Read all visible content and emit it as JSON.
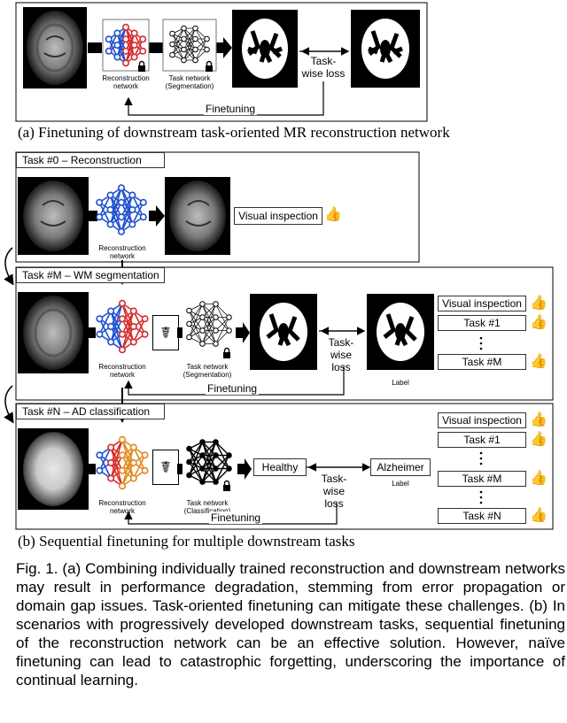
{
  "panel_a": {
    "reconstruction_network": "Reconstruction network",
    "task_network": "Task network (Segmentation)",
    "loss": "Task-wise loss",
    "finetuning": "Finetuning",
    "caption": "(a) Finetuning of downstream task-oriented MR reconstruction network"
  },
  "panel_b": {
    "task0": {
      "title": "Task #0 – Reconstruction",
      "reconstruction_network": "Reconstruction network",
      "visual_inspection": "Visual inspection"
    },
    "taskM": {
      "title": "Task #M – WM segmentation",
      "reconstruction_network": "Reconstruction network",
      "task_network": "Task network (Segmentation)",
      "loss": "Task-wise loss",
      "label": "Label",
      "finetuning": "Finetuning",
      "list": [
        "Visual inspection",
        "Task #1",
        "Task #M"
      ]
    },
    "taskN": {
      "title": "Task #N – AD classification",
      "reconstruction_network": "Reconstruction network",
      "task_network": "Task network (Classification)",
      "healthy": "Healthy",
      "alzheimer": "Alzheimer",
      "label": "Label",
      "loss": "Task-wise loss",
      "finetuning": "Finetuning",
      "list": [
        "Visual inspection",
        "Task #1",
        "Task #M",
        "Task #N"
      ]
    },
    "caption": "(b) Sequential finetuning for multiple downstream tasks"
  },
  "figure_caption": "Fig. 1. (a) Combining individually trained reconstruction and downstream networks may result in performance degradation, stemming from error propagation or domain gap issues. Task-oriented finetuning can mitigate these challenges. (b) In scenarios with progressively developed downstream tasks, sequential finetuning of the reconstruction network can be an effective solution. However, naïve finetuning can lead to catastrophic forgetting, underscoring the importance of continual learning.",
  "icons": [
    "brain-mri-icon",
    "neural-network-icon",
    "lock-icon",
    "segmentation-mask-icon",
    "thumbs-up-icon",
    "doctor-icon"
  ]
}
